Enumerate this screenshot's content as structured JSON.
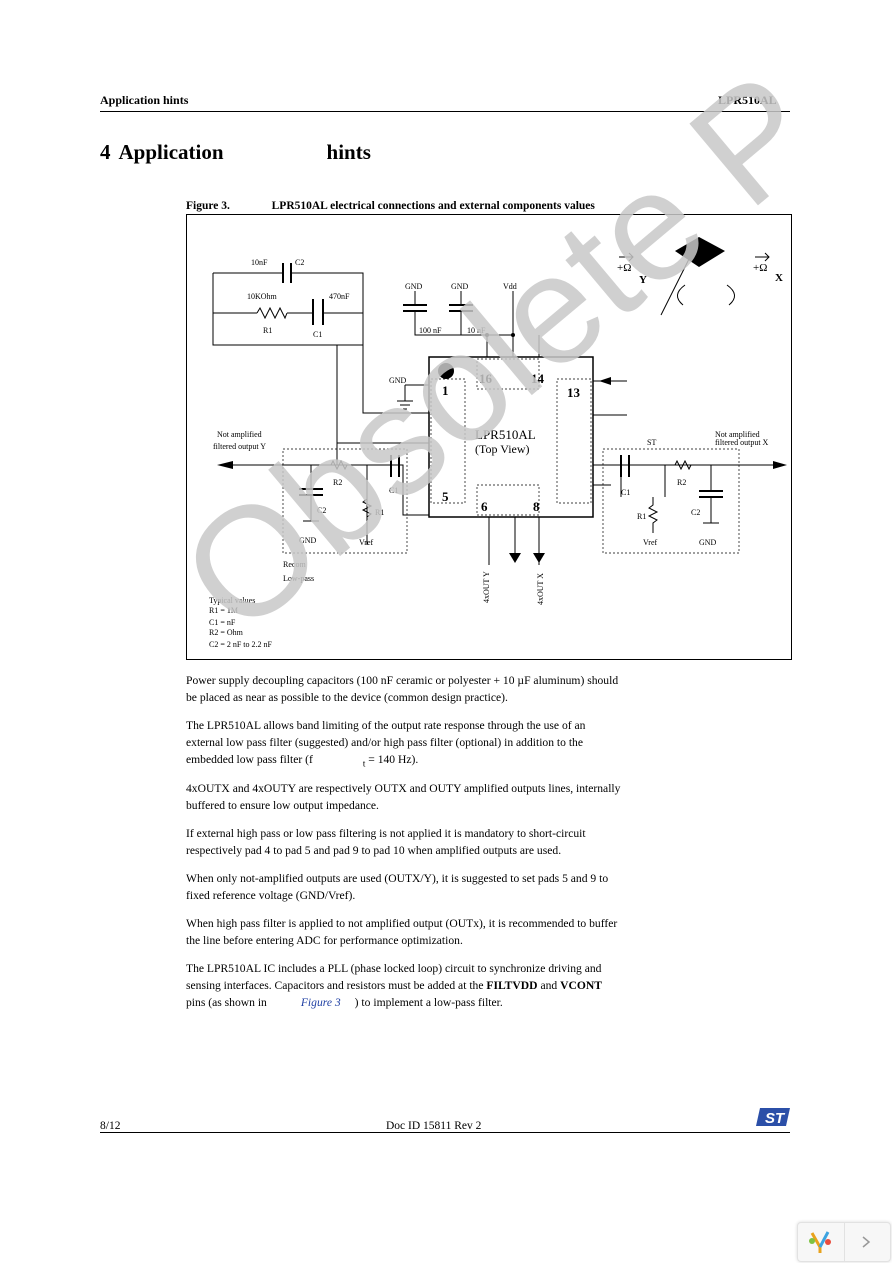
{
  "header": {
    "left": "Application hints",
    "right": "LPR510AL"
  },
  "section": {
    "number": "4",
    "word1": "Application",
    "word2": "hints"
  },
  "figure": {
    "label": "Figure 3.",
    "caption": "LPR510AL electrical connections and external components values",
    "labels": {
      "c2_top": "10nF",
      "c2_name": "C2",
      "r1_top": "10KOhm",
      "c1_top": "470nF",
      "r1_name": "R1",
      "c1_name": "C1",
      "gnd": "GND",
      "cap_100": "100 nF",
      "cap_10": "10 nF",
      "vdd": "Vdd",
      "pin1": "1",
      "pin5": "5",
      "pin6": "6",
      "pin8": "8",
      "pin13": "13",
      "pin14": "14",
      "pin16": "16",
      "chip_name": "LPR510AL",
      "chip_view": "(Top View)",
      "out_y_1": "Not amplified",
      "out_y_2": "filtered output Y",
      "out_x_1": "Not amplified",
      "out_x_2": "filtered output X",
      "r2": "R2",
      "c1": "C1",
      "r1": "R1",
      "c2": "C2",
      "vref": "Vref",
      "rec": "Recom",
      "lowpass": "Low-pass",
      "out_4y": "4xOUT Y",
      "out_4x": "4xOUT X",
      "typ1": "Typical values",
      "typ2": "R1 = 1M",
      "typ3": "C1 = nF",
      "typ4": "R2 = Ohm",
      "typ5": "C2 = 2 nF to 2.2 nF",
      "plus_omega": "+Ω",
      "axis_y": "Y",
      "axis_x": "X",
      "st": "ST"
    }
  },
  "paragraphs": {
    "p1a": "Power supply decoupling capacitors (100 nF ceramic or polyester + 10 µF aluminum) should",
    "p1b": "be placed as near as possible to the device (common design practice).",
    "p2a": "The LPR510AL allows band limiting of the output rate response through the use of an",
    "p2b": "external low pass filter (suggested) and/or high pass filter (optional) in addition to the",
    "p2c": "embedded low pass filter (f",
    "p2c_sub": "t",
    "p2c_end": "= 140 Hz).",
    "p3a": "4xOUTX and 4xOUTY are respectively OUTX and OUTY amplified outputs lines, internally",
    "p3b": "buffered to ensure low output impedance.",
    "p4a": "If external high pass or low pass filtering is not applied it is mandatory to short-circuit",
    "p4b": "respectively pad 4 to pad 5 and pad 9 to pad 10 when amplified outputs are used.",
    "p5a": "When only not-amplified outputs are used (OUTX/Y), it is suggested to set pads 5 and 9 to",
    "p5b": "fixed reference voltage (GND/Vref).",
    "p6a": "When high pass filter is applied to not amplified output (OUTx), it is recommended to buffer",
    "p6b": "the line before entering ADC for performance optimization.",
    "p7a": "The LPR510AL IC includes a PLL (phase locked loop) circuit to synchronize driving and",
    "p7b": "sensing interfaces. Capacitors and resistors must be added at the",
    "p7b_bold1": "FILTVDD",
    "p7b_and": "and",
    "p7b_bold2": "VCONT",
    "p7c_pre": "pins (as shown in",
    "p7c_link": "Figure 3",
    "p7c_post": ") to implement a low-pass filter."
  },
  "footer": {
    "page": "8/12",
    "doc": "Doc ID 15811 Rev 2",
    "logo": "ST"
  },
  "watermark": "Obsolete P",
  "colors": {
    "watermark": "#c8c8c8",
    "link": "#1f3fa3",
    "st_logo": "#2b4fa8"
  }
}
